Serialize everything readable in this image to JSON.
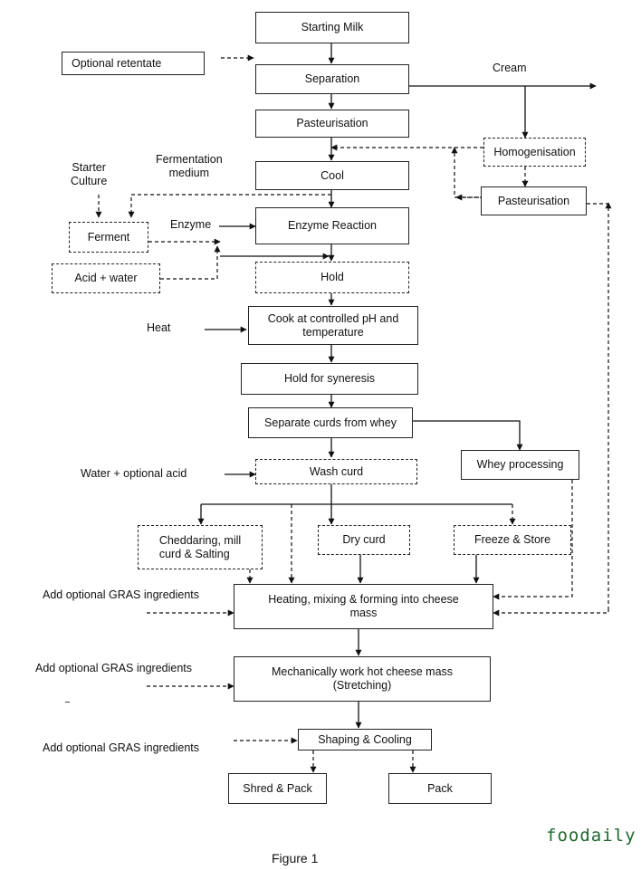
{
  "boxes": {
    "starting_milk": "Starting Milk",
    "optional_retentate": "Optional retentate",
    "separation": "Separation",
    "pasteurisation": "Pasteurisation",
    "homogenisation": "Homogenisation",
    "cream_pasteurisation": "Pasteurisation",
    "cool": "Cool",
    "ferment": "Ferment",
    "enzyme_reaction": "Enzyme Reaction",
    "acid_water": "Acid + water",
    "hold": "Hold",
    "cook": "Cook at controlled pH and\ntemperature",
    "hold_syneresis": "Hold for syneresis",
    "separate_curds": "Separate curds from whey",
    "whey_processing": "Whey processing",
    "wash_curd": "Wash curd",
    "cheddaring": "Cheddaring, mill\ncurd & Salting",
    "dry_curd": "Dry curd",
    "freeze_store": "Freeze & Store",
    "heating_mixing": "Heating, mixing & forming into cheese\nmass",
    "mechanically_work": "Mechanically work hot cheese mass\n(Stretching)",
    "shaping_cooling": "Shaping & Cooling",
    "shred_pack": "Shred & Pack",
    "pack": "Pack"
  },
  "labels": {
    "cream": "Cream",
    "starter_culture": "Starter\nCulture",
    "fermentation_medium": "Fermentation\nmedium",
    "enzyme": "Enzyme",
    "heat": "Heat",
    "water_acid": "Water + optional acid",
    "gras_1": "Add optional GRAS ingredients",
    "gras_2": "Add optional GRAS ingredients",
    "gras_3": "Add optional GRAS ingredients"
  },
  "watermark": "foodaily",
  "caption": "Figure 1"
}
